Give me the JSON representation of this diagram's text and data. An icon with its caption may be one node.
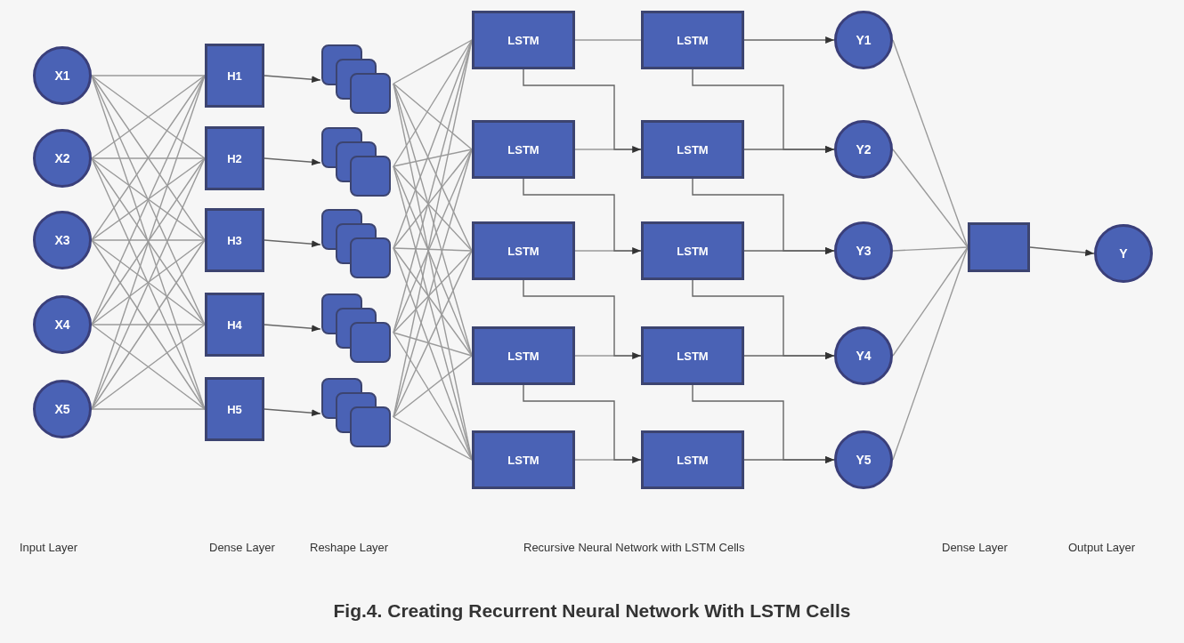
{
  "diagram": {
    "caption": "Fig.4. Creating Recurrent Neural Network With LSTM Cells",
    "nodes": [
      {
        "text": [
          "X1"
        ]
      },
      {
        "text": [
          "X2"
        ]
      },
      {
        "text": [
          "X3"
        ]
      },
      {
        "text": [
          "X4"
        ]
      },
      {
        "text": [
          "X5"
        ]
      },
      {
        "text": [
          "H1"
        ]
      },
      {
        "text": [
          "H2"
        ]
      },
      {
        "text": [
          "H3"
        ]
      },
      {
        "text": [
          "H4"
        ]
      },
      {
        "text": [
          "H5"
        ]
      },
      {
        "text": [],
        "shape": "box"
      },
      {
        "text": [],
        "shape": "box"
      },
      {
        "text": [],
        "shape": "box"
      },
      {
        "text": [],
        "shape": "box"
      },
      {
        "text": [],
        "shape": "box"
      },
      {
        "text": [
          "LSTM"
        ]
      },
      {
        "text": [
          "LSTM"
        ]
      },
      {
        "text": [
          "LSTM"
        ]
      },
      {
        "text": [
          "LSTM"
        ]
      },
      {
        "text": [
          "LSTM"
        ]
      },
      {
        "text": [
          "LSTM"
        ]
      },
      {
        "text": [
          "LSTM"
        ]
      },
      {
        "text": [
          "LSTM"
        ]
      },
      {
        "text": [
          "LSTM"
        ]
      },
      {
        "text": [
          "LSTM"
        ]
      },
      {
        "text": [
          "Y1"
        ]
      },
      {
        "text": [
          "Y2"
        ]
      },
      {
        "text": [
          "Y3"
        ]
      },
      {
        "text": [
          "Y4"
        ]
      },
      {
        "text": [
          "Y5"
        ]
      },
      {
        "text": [],
        "shape": "box"
      },
      {
        "text": [
          "Y"
        ]
      }
    ],
    "edges": [
      {
        "from": 0,
        "to": 5,
        "arrow": "none"
      },
      {
        "from": 0,
        "to": 6,
        "arrow": "none"
      },
      {
        "from": 0,
        "to": 7,
        "arrow": "none"
      },
      {
        "from": 0,
        "to": 8,
        "arrow": "none"
      },
      {
        "from": 0,
        "to": 9,
        "arrow": "none"
      },
      {
        "from": 1,
        "to": 5,
        "arrow": "none"
      },
      {
        "from": 1,
        "to": 6,
        "arrow": "none"
      },
      {
        "from": 1,
        "to": 7,
        "arrow": "none"
      },
      {
        "from": 1,
        "to": 8,
        "arrow": "none"
      },
      {
        "from": 1,
        "to": 9,
        "arrow": "none"
      },
      {
        "from": 2,
        "to": 5,
        "arrow": "none"
      },
      {
        "from": 2,
        "to": 6,
        "arrow": "none"
      },
      {
        "from": 2,
        "to": 7,
        "arrow": "none"
      },
      {
        "from": 2,
        "to": 8,
        "arrow": "none"
      },
      {
        "from": 2,
        "to": 9,
        "arrow": "none"
      },
      {
        "from": 3,
        "to": 5,
        "arrow": "none"
      },
      {
        "from": 3,
        "to": 6,
        "arrow": "none"
      },
      {
        "from": 3,
        "to": 7,
        "arrow": "none"
      },
      {
        "from": 3,
        "to": 8,
        "arrow": "none"
      },
      {
        "from": 3,
        "to": 9,
        "arrow": "none"
      },
      {
        "from": 4,
        "to": 5,
        "arrow": "none"
      },
      {
        "from": 4,
        "to": 6,
        "arrow": "none"
      },
      {
        "from": 4,
        "to": 7,
        "arrow": "none"
      },
      {
        "from": 4,
        "to": 8,
        "arrow": "none"
      },
      {
        "from": 4,
        "to": 9,
        "arrow": "none"
      },
      {
        "from": 5,
        "to": 10,
        "arrow": "to"
      },
      {
        "from": 6,
        "to": 11,
        "arrow": "to"
      },
      {
        "from": 7,
        "to": 12,
        "arrow": "to"
      },
      {
        "from": 8,
        "to": 13,
        "arrow": "to"
      },
      {
        "from": 9,
        "to": 14,
        "arrow": "to"
      },
      {
        "from": 10,
        "to": 15,
        "arrow": "none"
      },
      {
        "from": 10,
        "to": 16,
        "arrow": "none"
      },
      {
        "from": 10,
        "to": 17,
        "arrow": "none"
      },
      {
        "from": 10,
        "to": 18,
        "arrow": "none"
      },
      {
        "from": 10,
        "to": 19,
        "arrow": "none"
      },
      {
        "from": 11,
        "to": 15,
        "arrow": "none"
      },
      {
        "from": 11,
        "to": 16,
        "arrow": "none"
      },
      {
        "from": 11,
        "to": 17,
        "arrow": "none"
      },
      {
        "from": 11,
        "to": 18,
        "arrow": "none"
      },
      {
        "from": 11,
        "to": 19,
        "arrow": "none"
      },
      {
        "from": 12,
        "to": 15,
        "arrow": "none"
      },
      {
        "from": 12,
        "to": 16,
        "arrow": "none"
      },
      {
        "from": 12,
        "to": 17,
        "arrow": "none"
      },
      {
        "from": 12,
        "to": 18,
        "arrow": "none"
      },
      {
        "from": 12,
        "to": 19,
        "arrow": "none"
      },
      {
        "from": 13,
        "to": 15,
        "arrow": "none"
      },
      {
        "from": 13,
        "to": 16,
        "arrow": "none"
      },
      {
        "from": 13,
        "to": 17,
        "arrow": "none"
      },
      {
        "from": 13,
        "to": 18,
        "arrow": "none"
      },
      {
        "from": 13,
        "to": 19,
        "arrow": "none"
      },
      {
        "from": 14,
        "to": 15,
        "arrow": "none"
      },
      {
        "from": 14,
        "to": 16,
        "arrow": "none"
      },
      {
        "from": 14,
        "to": 17,
        "arrow": "none"
      },
      {
        "from": 14,
        "to": 18,
        "arrow": "none"
      },
      {
        "from": 14,
        "to": 19,
        "arrow": "none"
      },
      {
        "from": 15,
        "to": 20,
        "arrow": "none"
      },
      {
        "from": 16,
        "to": 21,
        "arrow": "none"
      },
      {
        "from": 17,
        "to": 22,
        "arrow": "none"
      },
      {
        "from": 18,
        "to": 23,
        "arrow": "none"
      },
      {
        "from": 19,
        "to": 24,
        "arrow": "none"
      },
      {
        "from": 15,
        "to": 21,
        "arrow": "to"
      },
      {
        "from": 16,
        "to": 22,
        "arrow": "to"
      },
      {
        "from": 17,
        "to": 23,
        "arrow": "to"
      },
      {
        "from": 18,
        "to": 24,
        "arrow": "to"
      },
      {
        "from": 20,
        "to": 25,
        "arrow": "to"
      },
      {
        "from": 21,
        "to": 26,
        "arrow": "to"
      },
      {
        "from": 22,
        "to": 27,
        "arrow": "to"
      },
      {
        "from": 23,
        "to": 28,
        "arrow": "to"
      },
      {
        "from": 24,
        "to": 29,
        "arrow": "to"
      },
      {
        "from": 20,
        "to": 26,
        "arrow": "to"
      },
      {
        "from": 21,
        "to": 27,
        "arrow": "to"
      },
      {
        "from": 22,
        "to": 28,
        "arrow": "to"
      },
      {
        "from": 23,
        "to": 29,
        "arrow": "to"
      },
      {
        "from": 25,
        "to": 30,
        "arrow": "none"
      },
      {
        "from": 26,
        "to": 30,
        "arrow": "none"
      },
      {
        "from": 27,
        "to": 30,
        "arrow": "none"
      },
      {
        "from": 28,
        "to": 30,
        "arrow": "none"
      },
      {
        "from": 29,
        "to": 30,
        "arrow": "none"
      },
      {
        "from": 30,
        "to": 31,
        "arrow": "to"
      }
    ],
    "labels": [
      "Input Layer",
      "Dense Layer",
      "Reshape Layer",
      "Recursive Neural Network with LSTM Cells",
      "Dense Layer",
      "Output Layer"
    ]
  }
}
